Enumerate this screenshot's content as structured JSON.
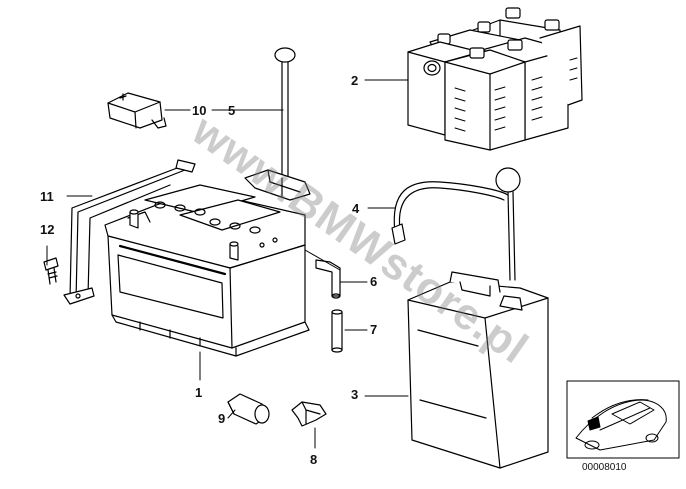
{
  "callouts": [
    {
      "id": "1",
      "text": "1"
    },
    {
      "id": "2",
      "text": "2"
    },
    {
      "id": "3",
      "text": "3"
    },
    {
      "id": "4",
      "text": "4"
    },
    {
      "id": "5",
      "text": "5"
    },
    {
      "id": "6",
      "text": "6"
    },
    {
      "id": "7",
      "text": "7"
    },
    {
      "id": "8",
      "text": "8"
    },
    {
      "id": "9",
      "text": "9"
    },
    {
      "id": "10",
      "text": "10"
    },
    {
      "id": "11",
      "text": "11"
    },
    {
      "id": "12",
      "text": "12"
    }
  ],
  "watermark": "www.BMWstore.pl",
  "thumbnail": {
    "ref_number": "00008010"
  }
}
